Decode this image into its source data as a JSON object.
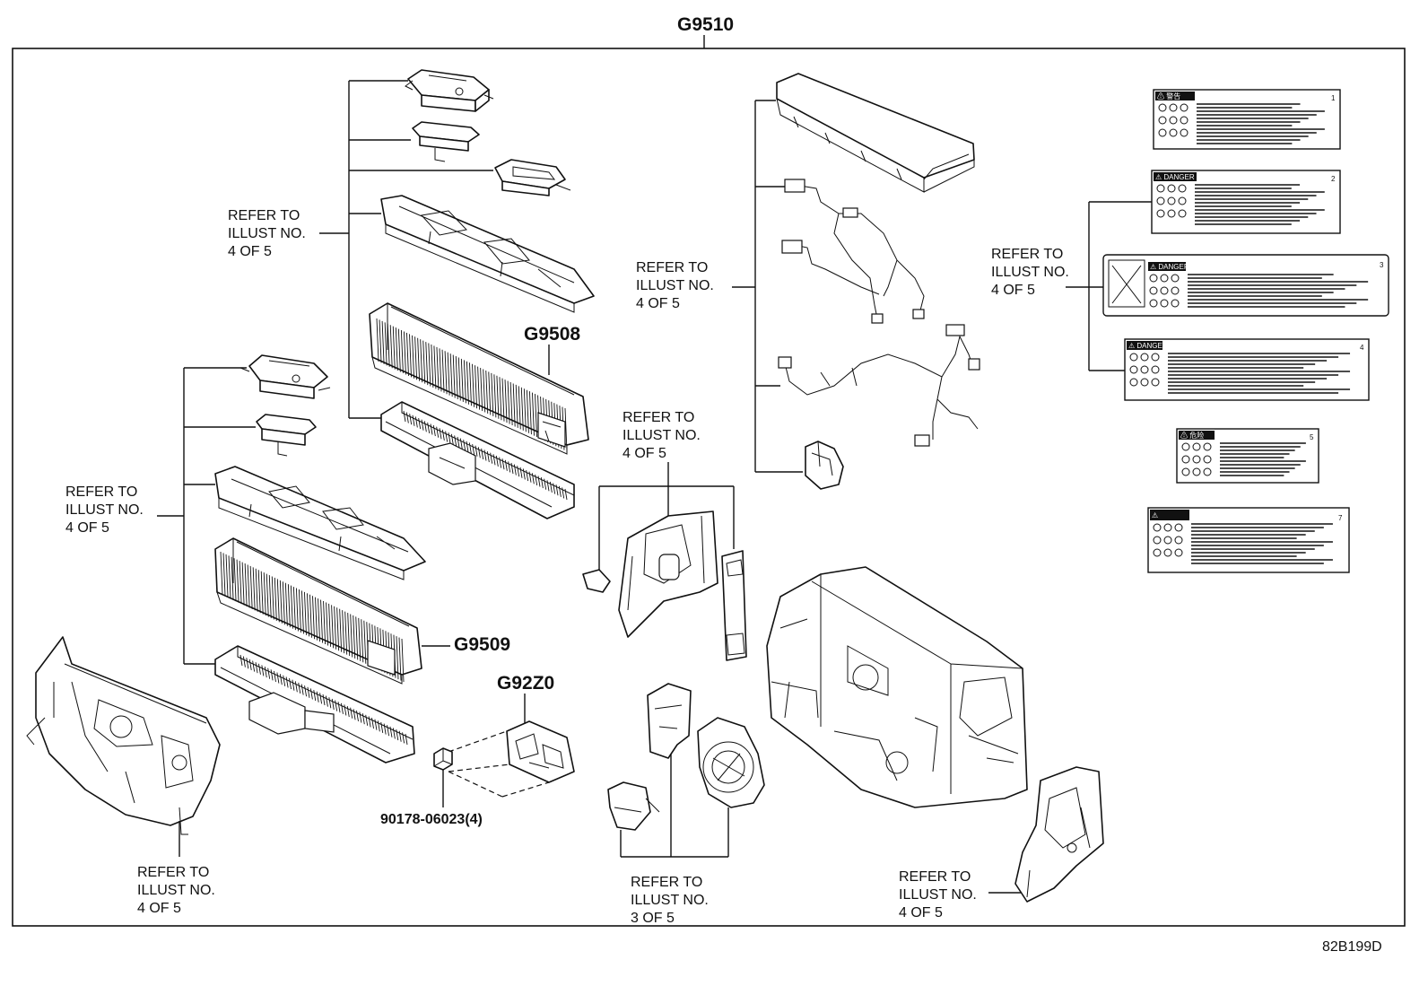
{
  "diagram": {
    "assembly_number": "G9510",
    "drawing_code": "82B199D",
    "part_numbers": {
      "upper_stack": "G9508",
      "lower_stack": "G9509",
      "junction_block": "G92Z0",
      "nut": "90178-06023(4)"
    },
    "callouts": {
      "upper_left": [
        "REFER TO",
        "ILLUST NO.",
        "4 OF 5"
      ],
      "middle_left": [
        "REFER TO",
        "ILLUST NO.",
        "4 OF 5"
      ],
      "bottom_left": [
        "REFER TO",
        "ILLUST NO.",
        "4 OF 5"
      ],
      "center_top": [
        "REFER TO",
        "ILLUST NO.",
        "4 OF 5"
      ],
      "center_mid": [
        "REFER TO",
        "ILLUST NO.",
        "4 OF 5"
      ],
      "labels_group": [
        "REFER TO",
        "ILLUST NO.",
        "4 OF 5"
      ],
      "bottom_center": [
        "REFER TO",
        "ILLUST NO.",
        "3 OF 5"
      ],
      "bottom_right": [
        "REFER TO",
        "ILLUST NO.",
        "4 OF 5"
      ]
    },
    "warning_labels": [
      {
        "number": "1",
        "header": "⚠ 警告"
      },
      {
        "number": "2",
        "header": "⚠ DANGER"
      },
      {
        "number": "3",
        "header": "⚠ DANGER"
      },
      {
        "number": "4",
        "header": "⚠ DANGER"
      },
      {
        "number": "5",
        "header": "⚠ 危险"
      },
      {
        "number": "7",
        "header": "⚠"
      }
    ]
  }
}
